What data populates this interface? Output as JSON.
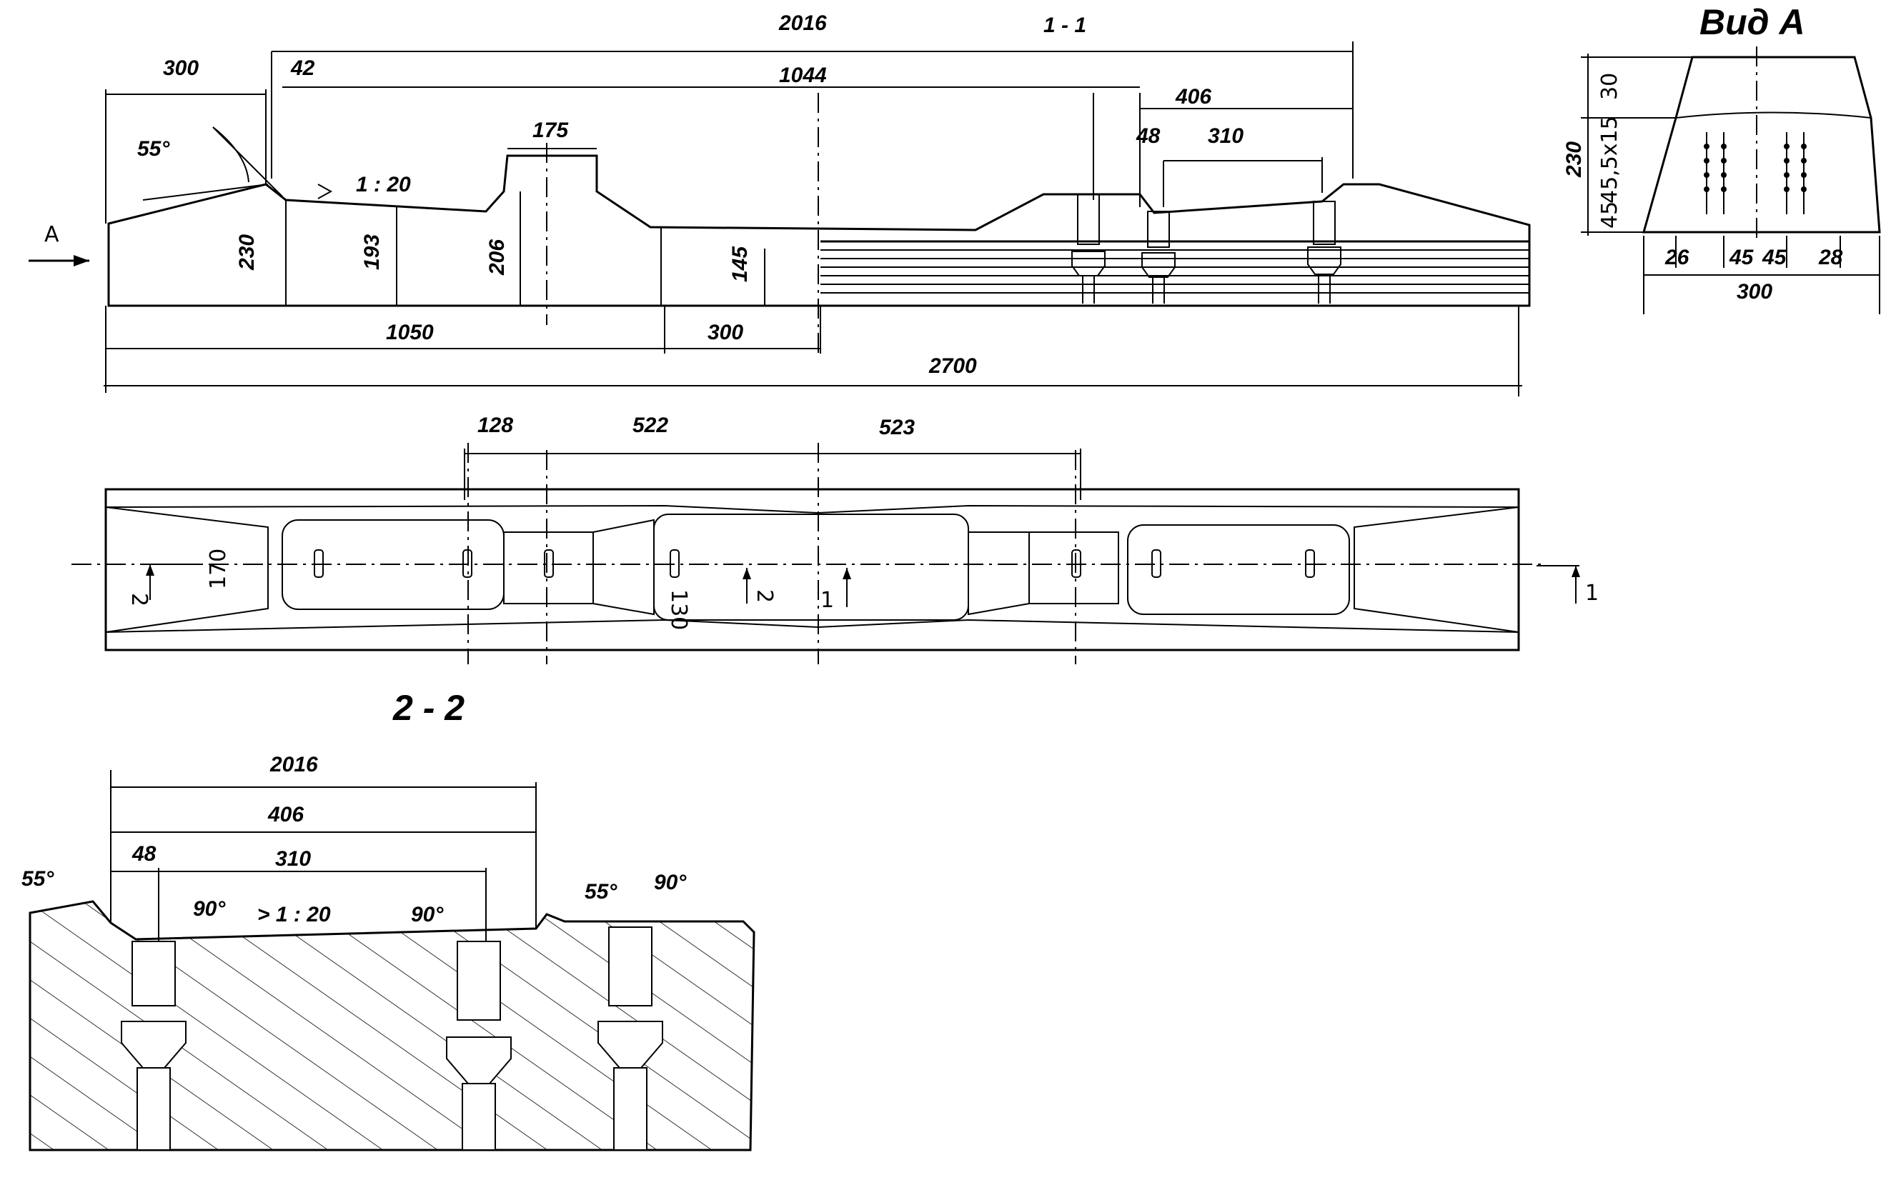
{
  "labels": {
    "section_1_1": "1 - 1",
    "section_2_2": "2 - 2",
    "view_a": "Вид А",
    "arrow_a": "A",
    "cut_1_left": "1",
    "cut_1_right": "1",
    "cut_2_left": "2",
    "cut_2_right": "2"
  },
  "elevation": {
    "dim_2016": "2016",
    "dim_1044": "1044",
    "dim_300_top": "300",
    "dim_42": "42",
    "dim_175": "175",
    "dim_406": "406",
    "dim_48": "48",
    "dim_310": "310",
    "angle_55": "55°",
    "slope": "1 : 20",
    "dim_230": "230",
    "dim_193": "193",
    "dim_206": "206",
    "dim_145": "145",
    "dim_1050": "1050",
    "dim_300_bottom": "300",
    "dim_2700": "2700"
  },
  "view_a_dims": {
    "dim_230": "230",
    "dim_30": "30",
    "dim_45_5x15": "45,5x15",
    "dim_45_side": "45",
    "dim_26": "26",
    "dim_45_a": "45",
    "dim_45_b": "45",
    "dim_28": "28",
    "dim_300": "300"
  },
  "plan": {
    "dim_128": "128",
    "dim_522": "522",
    "dim_523": "523",
    "dim_170": "170",
    "dim_130": "130"
  },
  "section_2_2_dims": {
    "dim_2016": "2016",
    "dim_406": "406",
    "dim_48": "48",
    "dim_310": "310",
    "angle_55_left": "55°",
    "angle_55_right": "55°",
    "angle_90_a": "90°",
    "angle_90_b": "90°",
    "angle_90_c": "90°",
    "slope": "> 1 : 20"
  }
}
